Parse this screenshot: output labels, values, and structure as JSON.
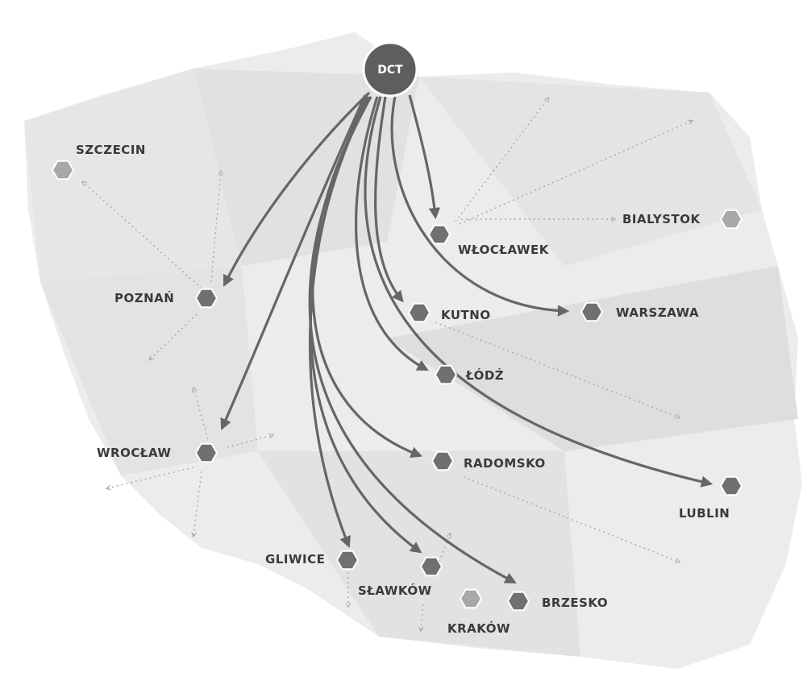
{
  "hub": {
    "label": "DCT"
  },
  "colors": {
    "hub": "#5e5e5e",
    "node_primary": "#707070",
    "node_secondary": "#a8a8a8",
    "arrow": "#666666",
    "dotted_arrow": "#a8a8a8",
    "map_fill": "#e9e9e9",
    "map_shade": "#dcdcdc"
  },
  "cities": [
    {
      "id": "szczecin",
      "label": "SZCZECIN",
      "style": "secondary"
    },
    {
      "id": "bialystok",
      "label": "BIALYSTOK",
      "style": "secondary"
    },
    {
      "id": "wloclawek",
      "label": "WŁOCŁAWEK",
      "style": "primary"
    },
    {
      "id": "poznan",
      "label": "POZNAŃ",
      "style": "primary"
    },
    {
      "id": "kutno",
      "label": "KUTNO",
      "style": "primary"
    },
    {
      "id": "warszawa",
      "label": "WARSZAWA",
      "style": "primary"
    },
    {
      "id": "lodz",
      "label": "ŁÓDŹ",
      "style": "primary"
    },
    {
      "id": "wroclaw",
      "label": "WROCŁAW",
      "style": "primary"
    },
    {
      "id": "radomsko",
      "label": "RADOMSKO",
      "style": "primary"
    },
    {
      "id": "lublin",
      "label": "LUBLIN",
      "style": "primary"
    },
    {
      "id": "gliwice",
      "label": "GLIWICE",
      "style": "primary"
    },
    {
      "id": "slawkow",
      "label": "SŁAWKÓW",
      "style": "primary"
    },
    {
      "id": "brzesko",
      "label": "BRZESKO",
      "style": "primary"
    },
    {
      "id": "krakow",
      "label": "KRAKÓW",
      "style": "secondary"
    }
  ],
  "flows_from_hub": [
    "poznan",
    "wloclawek",
    "kutno",
    "warszawa",
    "lodz",
    "wroclaw",
    "radomsko",
    "lublin",
    "gliwice",
    "slawkow",
    "brzesko"
  ]
}
